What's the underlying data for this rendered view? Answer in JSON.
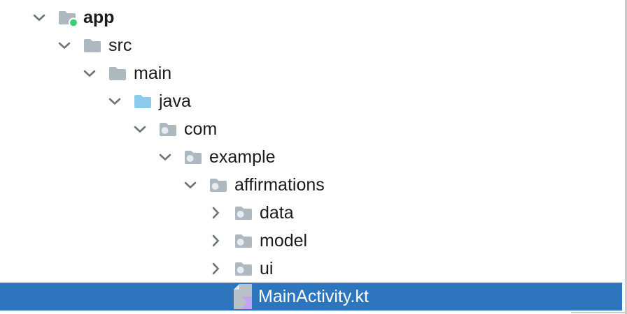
{
  "colors": {
    "background": "#FFFFFF",
    "selection_blue": "#2D76BE",
    "folder_gray": "#AEB8BF",
    "source_folder_blue": "#8CCBEC",
    "package_dot": "#E9ECEE",
    "module_green_dot": "#3FCB76",
    "chevron_gray": "#6C7478",
    "text": "#1B1B1B",
    "selected_text": "#FFFFFF",
    "panel_border": "#C9CBCC",
    "kotlin_doc_gray": "#B9C0C7",
    "kotlin_fold": "#E4E7EA",
    "kotlin_purple": "#C3A4F3"
  },
  "tree": {
    "items": [
      {
        "label": "app",
        "depth": 0,
        "state": "expanded",
        "icon": "android-module-folder-icon",
        "bold": true,
        "selected": false
      },
      {
        "label": "src",
        "depth": 1,
        "state": "expanded",
        "icon": "folder-icon",
        "bold": false,
        "selected": false
      },
      {
        "label": "main",
        "depth": 2,
        "state": "expanded",
        "icon": "folder-icon",
        "bold": false,
        "selected": false
      },
      {
        "label": "java",
        "depth": 3,
        "state": "expanded",
        "icon": "source-folder-icon",
        "bold": false,
        "selected": false
      },
      {
        "label": "com",
        "depth": 4,
        "state": "expanded",
        "icon": "package-icon",
        "bold": false,
        "selected": false
      },
      {
        "label": "example",
        "depth": 5,
        "state": "expanded",
        "icon": "package-icon",
        "bold": false,
        "selected": false
      },
      {
        "label": "affirmations",
        "depth": 6,
        "state": "expanded",
        "icon": "package-icon",
        "bold": false,
        "selected": false
      },
      {
        "label": "data",
        "depth": 7,
        "state": "collapsed",
        "icon": "package-icon",
        "bold": false,
        "selected": false
      },
      {
        "label": "model",
        "depth": 7,
        "state": "collapsed",
        "icon": "package-icon",
        "bold": false,
        "selected": false
      },
      {
        "label": "ui",
        "depth": 7,
        "state": "collapsed",
        "icon": "package-icon",
        "bold": false,
        "selected": false
      },
      {
        "label": "MainActivity.kt",
        "depth": 7,
        "state": "leaf",
        "icon": "kotlin-file-icon",
        "bold": false,
        "selected": true
      }
    ]
  }
}
